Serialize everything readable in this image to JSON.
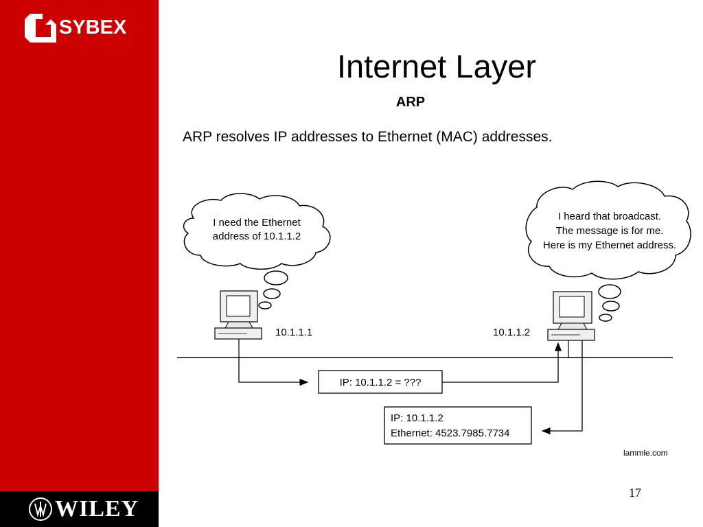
{
  "branding": {
    "top_logo_text": "SYBEX",
    "bottom_logo_text": "WILEY"
  },
  "slide": {
    "title": "Internet Layer",
    "subtitle": "ARP",
    "body": "ARP resolves IP addresses to Ethernet (MAC) addresses.",
    "page_number": "17"
  },
  "diagram": {
    "left_host": {
      "ip": "10.1.1.1",
      "thought_line1": "I need the Ethernet",
      "thought_line2": "address of 10.1.1.2"
    },
    "right_host": {
      "ip": "10.1.1.2",
      "thought_line1": "I heard that broadcast.",
      "thought_line2": "The message is for me.",
      "thought_line3": "Here is my Ethernet address."
    },
    "request_box": "IP: 10.1.1.2 = ???",
    "reply_box_line1": "IP: 10.1.1.2",
    "reply_box_line2": "Ethernet: 4523.7985.7734",
    "credit": "lammle.com"
  }
}
